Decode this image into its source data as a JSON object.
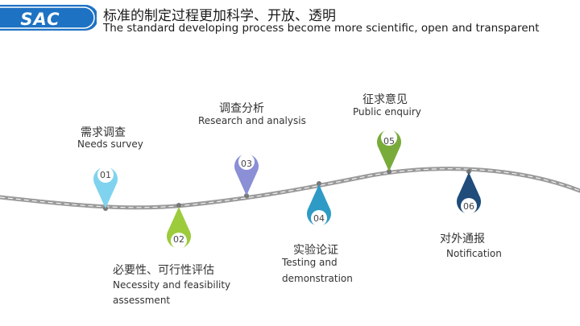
{
  "header": {
    "logo_text": "SAC",
    "title_zh": "标准的制定过程更加科学、开放、透明",
    "title_en": "The standard developing process become more scientific, open and transparent"
  },
  "steps": [
    {
      "num": "01",
      "zh": "需求调查",
      "en": "Needs survey",
      "color": "#7fd3ee"
    },
    {
      "num": "02",
      "zh": "必要性、可行性评估",
      "en_line1": "Necessity and feasibility",
      "en_line2": "assessment",
      "color": "#9ccb3c"
    },
    {
      "num": "03",
      "zh": "调查分析",
      "en": "Research and analysis",
      "color": "#8a8fd6"
    },
    {
      "num": "04",
      "zh": "实验论证",
      "en_line1": "Testing and",
      "en_line2": "demonstration",
      "color": "#2e9bc6"
    },
    {
      "num": "05",
      "zh": "征求意见",
      "en": "Public enquiry",
      "color": "#78ab3a"
    },
    {
      "num": "06",
      "zh": "对外通报",
      "en": "Notification",
      "color": "#1f4c7a"
    }
  ],
  "colors": {
    "accent": "#1e72c3",
    "road": "#8c8c8c"
  }
}
